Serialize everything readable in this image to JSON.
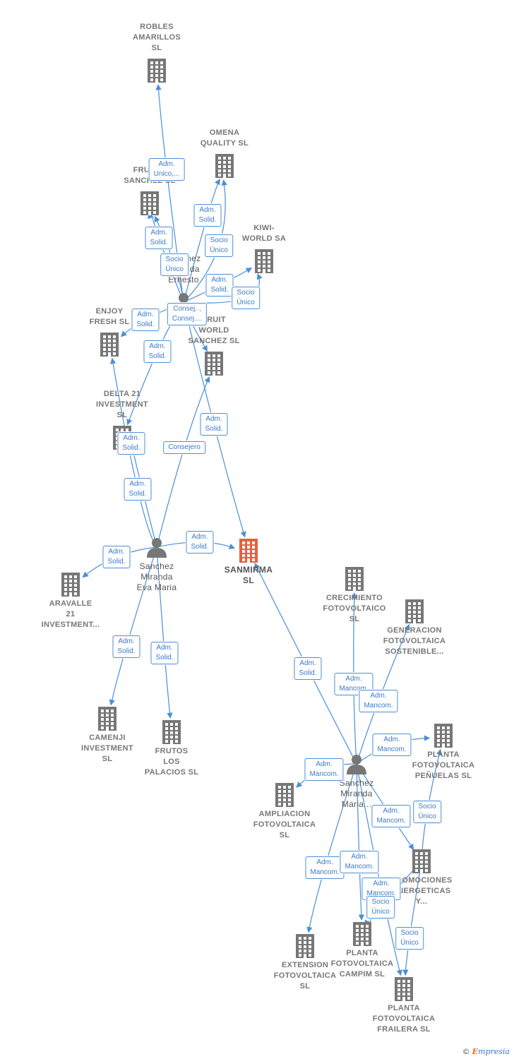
{
  "colors": {
    "edge": "#4a8fd8",
    "company_icon": "#777777",
    "main_icon": "#e8603c",
    "person_icon": "#777777"
  },
  "nodes": [
    {
      "id": "robles",
      "kind": "company",
      "label": "ROBLES\nAMARILLOS\nSL"
    },
    {
      "id": "omena",
      "kind": "company",
      "label": "OMENA\nQUALITY SL"
    },
    {
      "id": "kiwi",
      "kind": "company",
      "label": "KIWI-\nWORLD SA"
    },
    {
      "id": "frutos_sanchez",
      "kind": "company",
      "label": "FRUTOS\nSANCHEZ SL"
    },
    {
      "id": "enjoy",
      "kind": "company",
      "label": "ENJOY\nFRESH SL"
    },
    {
      "id": "fruit_world",
      "kind": "company",
      "label": "FRUIT\nWORLD\nSANCHEZ SL"
    },
    {
      "id": "delta",
      "kind": "company",
      "label": "DELTA 21\nINVESTMENT\nSL"
    },
    {
      "id": "aravalle",
      "kind": "company",
      "label": "ARAVALLE\n21\nINVESTMENT..."
    },
    {
      "id": "sanmirma",
      "kind": "main",
      "label": "SANMIRMA\nSL"
    },
    {
      "id": "camenji",
      "kind": "company",
      "label": "CAMENJI\nINVESTMENT\nSL"
    },
    {
      "id": "frutos_palacios",
      "kind": "company",
      "label": "FRUTOS\nLOS\nPALACIOS SL"
    },
    {
      "id": "crecimiento",
      "kind": "company",
      "label": "CRECIMIENTO\nFOTOVOLTAICO\nSL"
    },
    {
      "id": "generacion",
      "kind": "company",
      "label": "GENERACION\nFOTOVOLTAICA\nSOSTENIBLE..."
    },
    {
      "id": "penuelas",
      "kind": "company",
      "label": "PLANTA\nFOTOVOLTAICA\nPEÑUELAS SL"
    },
    {
      "id": "ampliacion",
      "kind": "company",
      "label": "AMPLIACION\nFOTOVOLTAICA\nSL"
    },
    {
      "id": "promociones",
      "kind": "company",
      "label": "PROMOCIONES\nENERGETICAS\nY..."
    },
    {
      "id": "extension",
      "kind": "company",
      "label": "EXTENSION\nFOTOVOLTAICA\nSL"
    },
    {
      "id": "campim",
      "kind": "company",
      "label": "PLANTA\nFOTOVOLTAICA\nCAMPIM SL"
    },
    {
      "id": "frailera",
      "kind": "company",
      "label": "PLANTA\nFOTOVOLTAICA\nFRAILERA SL"
    },
    {
      "id": "sanchez_ernesto",
      "kind": "person",
      "label": "Sanchez\nMiranda\nErnesto"
    },
    {
      "id": "sanchez_eva",
      "kind": "person",
      "label": "Sanchez\nMiranda\nEva Maria"
    },
    {
      "id": "sanchez_maria",
      "kind": "person",
      "label": "Sanchez\nMiranda\nMaria..."
    }
  ],
  "edges": [
    {
      "from": "sanchez_ernesto",
      "to": "robles",
      "label": "Adm.\nUnico,..."
    },
    {
      "from": "sanchez_ernesto",
      "to": "omena",
      "label": "Adm.\nSolid."
    },
    {
      "from": "sanchez_ernesto",
      "to": "omena",
      "label": "Socio\nÚnico"
    },
    {
      "from": "sanchez_ernesto",
      "to": "frutos_sanchez",
      "label": "Adm.\nSolid."
    },
    {
      "from": "sanchez_ernesto",
      "to": "frutos_sanchez",
      "label": "Socio\nÚnico"
    },
    {
      "from": "sanchez_ernesto",
      "to": "kiwi",
      "label": "Adm.\nSolid."
    },
    {
      "from": "sanchez_ernesto",
      "to": "kiwi",
      "label": "Socio\nÚnico"
    },
    {
      "from": "sanchez_ernesto",
      "to": "enjoy",
      "label": "Adm.\nSolid."
    },
    {
      "from": "sanchez_ernesto",
      "to": "fruit_world",
      "label": "Consej. ,\nConsej...."
    },
    {
      "from": "sanchez_ernesto",
      "to": "delta",
      "label": "Adm.\nSolid."
    },
    {
      "from": "sanchez_ernesto",
      "to": "sanmirma",
      "label": "Adm.\nSolid."
    },
    {
      "from": "sanchez_eva",
      "to": "fruit_world",
      "label": "Consejero"
    },
    {
      "from": "sanchez_eva",
      "to": "delta",
      "label": "Adm.\nSolid."
    },
    {
      "from": "sanchez_eva",
      "to": "enjoy",
      "label": "Adm.\nSolid."
    },
    {
      "from": "sanchez_eva",
      "to": "sanmirma",
      "label": "Adm.\nSolid."
    },
    {
      "from": "sanchez_eva",
      "to": "aravalle",
      "label": "Adm.\nSolid."
    },
    {
      "from": "sanchez_eva",
      "to": "camenji",
      "label": "Adm.\nSolid."
    },
    {
      "from": "sanchez_eva",
      "to": "frutos_palacios",
      "label": "Adm.\nSolid."
    },
    {
      "from": "sanchez_maria",
      "to": "sanmirma",
      "label": "Adm.\nSolid."
    },
    {
      "from": "sanchez_maria",
      "to": "crecimiento",
      "label": "Adm.\nMancom."
    },
    {
      "from": "sanchez_maria",
      "to": "generacion",
      "label": "Adm.\nMancom."
    },
    {
      "from": "sanchez_maria",
      "to": "penuelas",
      "label": "Adm.\nMancom."
    },
    {
      "from": "sanchez_maria",
      "to": "ampliacion",
      "label": "Adm.\nMancom."
    },
    {
      "from": "sanchez_maria",
      "to": "promociones",
      "label": "Adm.\nMancom."
    },
    {
      "from": "promociones",
      "to": "penuelas",
      "label": "Socio\nÚnico"
    },
    {
      "from": "sanchez_maria",
      "to": "extension",
      "label": "Adm.\nMancom."
    },
    {
      "from": "sanchez_maria",
      "to": "campim",
      "label": "Adm.\nMancom."
    },
    {
      "from": "sanchez_maria",
      "to": "frailera",
      "label": "Adm.\nMancom."
    },
    {
      "from": "promociones",
      "to": "campim",
      "label": "Socio\nÚnico"
    },
    {
      "from": "promociones",
      "to": "frailera",
      "label": "Socio\nÚnico"
    }
  ],
  "footer": {
    "copyright_symbol": "©",
    "brand_initial": "E",
    "brand_rest": "mpresia"
  }
}
